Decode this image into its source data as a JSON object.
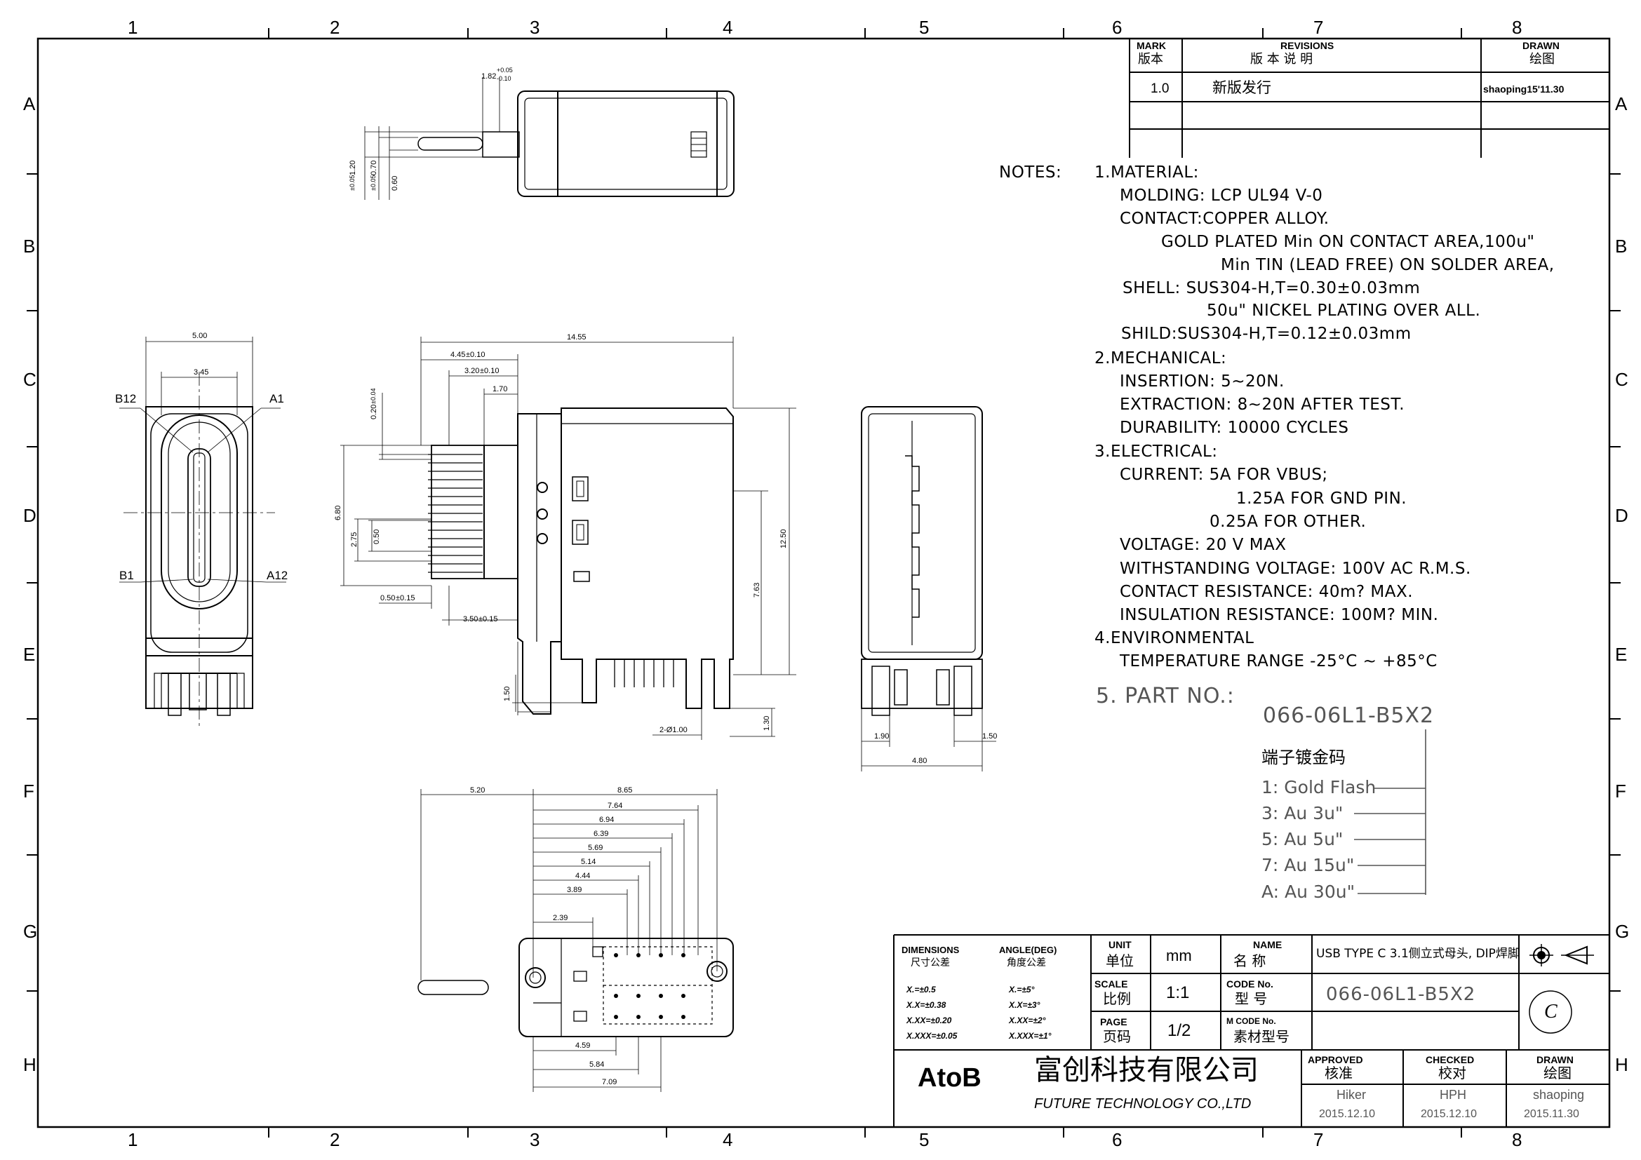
{
  "grid": {
    "columns": [
      "1",
      "2",
      "3",
      "4",
      "5",
      "6",
      "7",
      "8"
    ],
    "rows": [
      "A",
      "B",
      "C",
      "D",
      "E",
      "F",
      "G",
      "H"
    ]
  },
  "revision_table": {
    "mark_label_en": "MARK",
    "mark_label_cn": "版本",
    "revisions_label_en": "REVISIONS",
    "revisions_label_cn": "版  本  说  明",
    "drawn_label_en": "DRAWN",
    "drawn_label_cn": "绘图",
    "row_version": "1.0",
    "row_description": "新版发行",
    "row_drawn": "shaoping15'11.30"
  },
  "notes": {
    "heading": "NOTES:",
    "lines": [
      "1.MATERIAL:",
      "MOLDING: LCP UL94 V-0",
      "CONTACT:COPPER ALLOY.",
      "GOLD PLATED Min ON CONTACT AREA,100u\"",
      "Min TIN (LEAD FREE) ON SOLDER AREA,",
      "SHELL: SUS304-H,T=0.30±0.03mm",
      "50u\" NICKEL PLATING OVER ALL.",
      "SHILD:SUS304-H,T=0.12±0.03mm",
      "2.MECHANICAL:",
      "INSERTION: 5~20N.",
      "EXTRACTION: 8~20N AFTER TEST.",
      "DURABILITY: 10000 CYCLES",
      "3.ELECTRICAL:",
      "CURRENT: 5A FOR VBUS;",
      "1.25A FOR GND PIN.",
      "0.25A FOR OTHER.",
      "VOLTAGE: 20 V MAX",
      "WITHSTANDING VOLTAGE: 100V AC R.M.S.",
      "CONTACT RESISTANCE: 40m? MAX.",
      "INSULATION RESISTANCE: 100M? MIN.",
      "4.ENVIRONMENTAL",
      "TEMPERATURE RANGE -25°C ~ +85°C"
    ],
    "part_no_label": "5. PART NO.:",
    "part_no": "066-06L1-B5X2",
    "plating_title": "端子镀金码",
    "plating_options": [
      "1: Gold Flash",
      "3: Au 3u\"",
      "5: Au 5u\"",
      "7: Au 15u\"",
      "A: Au 30u\""
    ]
  },
  "dimensions": {
    "top_view": [
      "1.82",
      "+0.05",
      "-0.10",
      "1.20",
      "±0.05",
      "0.70",
      "±0.05",
      "0.60"
    ],
    "front_view": [
      "5.00",
      "3.45",
      "B12",
      "A1",
      "B1",
      "A12"
    ],
    "side_view": [
      "14.55",
      "4.45",
      "±0.10",
      "3.20",
      "±0.10",
      "1.70",
      "0.20",
      "±0.04",
      "6.80",
      "2.75",
      "0.50",
      "0.50",
      "±0.15",
      "3.50",
      "±0.15",
      "12.50",
      "7.63",
      "1.50",
      "1.30",
      "2-Ø1.00"
    ],
    "end_view": [
      "1.90",
      "1.50",
      "4.80"
    ],
    "bottom_view": [
      "5.20",
      "8.65",
      "7.64",
      "6.94",
      "6.39",
      "5.69",
      "5.14",
      "4.44",
      "3.89",
      "2.39",
      "4.59",
      "5.84",
      "7.09"
    ]
  },
  "title_block": {
    "dimensions_label": "DIMENSIONS",
    "dimensions_label_cn": "尺寸公差",
    "angle_label": "ANGLE(DEG)",
    "angle_label_cn": "角度公差",
    "tolerances": [
      "X.=±0.5",
      "X.X=±0.38",
      "X.XX=±0.20",
      "X.XXX=±0.05"
    ],
    "angle_tolerances": [
      "X.=±5°",
      "X.X=±3°",
      "X.XX=±2°",
      "X.XXX=±1°"
    ],
    "unit_label": "UNIT",
    "unit_label_cn": "单位",
    "unit_value": "mm",
    "scale_label": "SCALE",
    "scale_label_cn": "比例",
    "scale_value": "1:1",
    "page_label": "PAGE",
    "page_label_cn": "页码",
    "page_value": "1/2",
    "name_label": "NAME",
    "name_label_cn": "名    称",
    "name_value": "USB TYPE C 3.1侧立式母头, DIP焊脚",
    "code_label": "CODE No.",
    "code_label_cn": "型    号",
    "code_value": "066-06L1-B5X2",
    "mcode_label": "M CODE No.",
    "mcode_label_cn": "素材型号",
    "mcode_value": "",
    "company_logo": "AtoB",
    "company_cn": "富创科技有限公司",
    "company_en": "FUTURE TECHNOLOGY CO.,LTD",
    "approved_label": "APPROVED",
    "approved_label_cn": "核准",
    "checked_label": "CHECKED",
    "checked_label_cn": "校对",
    "drawn_label": "DRAWN",
    "drawn_label_cn": "绘图",
    "approved_name": "Hiker",
    "approved_date": "2015.12.10",
    "checked_name": "HPH",
    "checked_date": "2015.12.10",
    "drawn_name": "shaoping",
    "drawn_date": "2015.11.30",
    "copyright_mark": "C"
  }
}
